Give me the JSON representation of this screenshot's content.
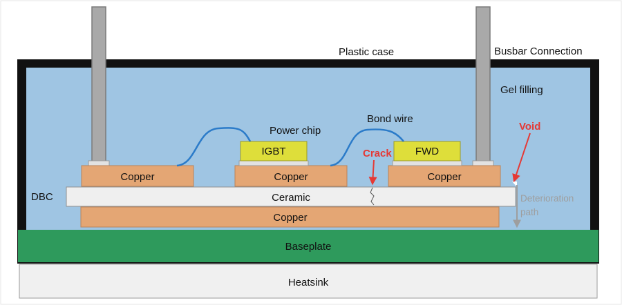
{
  "labels": {
    "plastic_case": "Plastic case",
    "busbar": "Busbar Connection",
    "gel": "Gel filling",
    "power_chip": "Power chip",
    "bond_wire": "Bond wire",
    "void": "Void",
    "crack": "Crack",
    "igbt": "IGBT",
    "fwd": "FWD",
    "copper_left": "Copper",
    "copper_mid": "Copper",
    "copper_right": "Copper",
    "dbc": "DBC",
    "ceramic": "Ceramic",
    "copper_bottom": "Copper",
    "deterioration_1": "Deterioration",
    "deterioration_2": "path",
    "baseplate": "Baseplate",
    "heatsink": "Heatsink"
  },
  "colors": {
    "gel": "#9fc5e3",
    "case": "#111111",
    "copper": "#e4a674",
    "chip": "#dede3a",
    "ceramic": "#efefef",
    "baseplate": "#2e9a5c",
    "heatsink": "#f0f0f0",
    "wire": "#2b7bc9",
    "busbar": "#a9a9a9",
    "annotation": "#e53935",
    "path_arrow": "#9e9e9e"
  }
}
